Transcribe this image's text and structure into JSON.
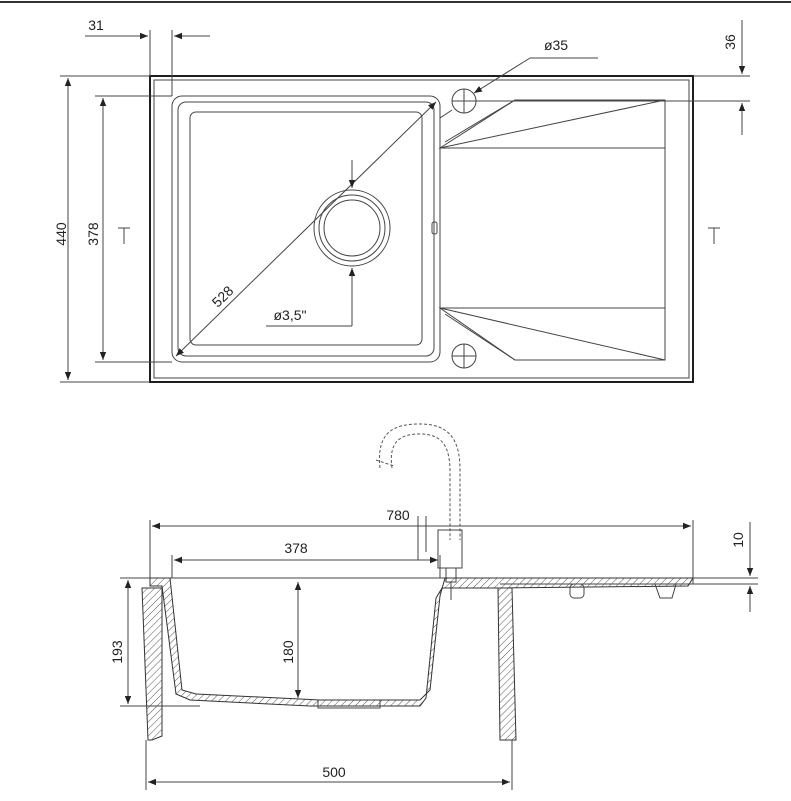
{
  "top_view": {
    "dimensions": {
      "offset": "31",
      "hole_diameter": "ø35",
      "hole_offset": "36",
      "overall_depth": "440",
      "bowl_depth": "378",
      "bowl_diagonal": "528",
      "drain_size": "ø3,5\""
    }
  },
  "side_view": {
    "dimensions": {
      "overall_length": "780",
      "bowl_width": "378",
      "ledge_height": "10",
      "overall_height": "193",
      "bowl_height": "180",
      "cabinet_width": "500"
    }
  }
}
